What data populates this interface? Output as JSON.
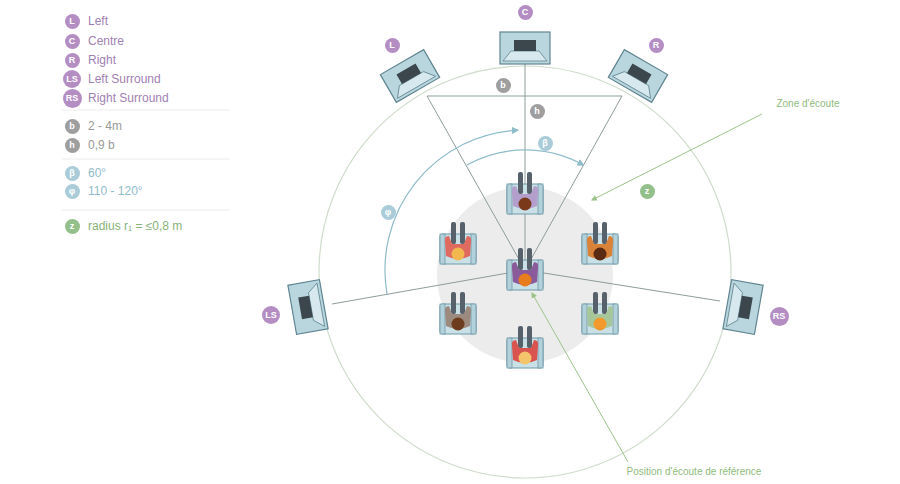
{
  "diagram": {
    "nodes": [
      {
        "text": [
          "L"
        ]
      },
      {
        "text": [
          "C"
        ]
      },
      {
        "text": [
          "R"
        ]
      },
      {
        "text": [
          "LS"
        ]
      },
      {
        "text": [
          "RS"
        ]
      },
      {
        "text": [
          "b"
        ]
      },
      {
        "text": [
          "h"
        ]
      },
      {
        "text": [
          "β"
        ]
      },
      {
        "text": [
          "φ"
        ]
      },
      {
        "text": [
          "z"
        ]
      },
      {
        "text": [
          "C"
        ]
      },
      {
        "text": [
          "L"
        ]
      },
      {
        "text": [
          "R"
        ]
      },
      {
        "text": [
          "b"
        ]
      },
      {
        "text": [
          "h"
        ]
      },
      {
        "text": [
          "β"
        ]
      },
      {
        "text": [
          "z"
        ]
      },
      {
        "text": [
          "φ"
        ]
      },
      {
        "text": [
          "LS"
        ]
      },
      {
        "text": [
          "RS"
        ]
      }
    ],
    "labels": [
      "Left",
      "Centre",
      "Right",
      "Left Surround",
      "Right Surround",
      "2 - 4m",
      "0,9 b",
      "60°",
      "110 - 120°",
      "radius r₁ = ≤0,8 m",
      "Zone d'écoute",
      "Position d'écoute de référence"
    ]
  }
}
